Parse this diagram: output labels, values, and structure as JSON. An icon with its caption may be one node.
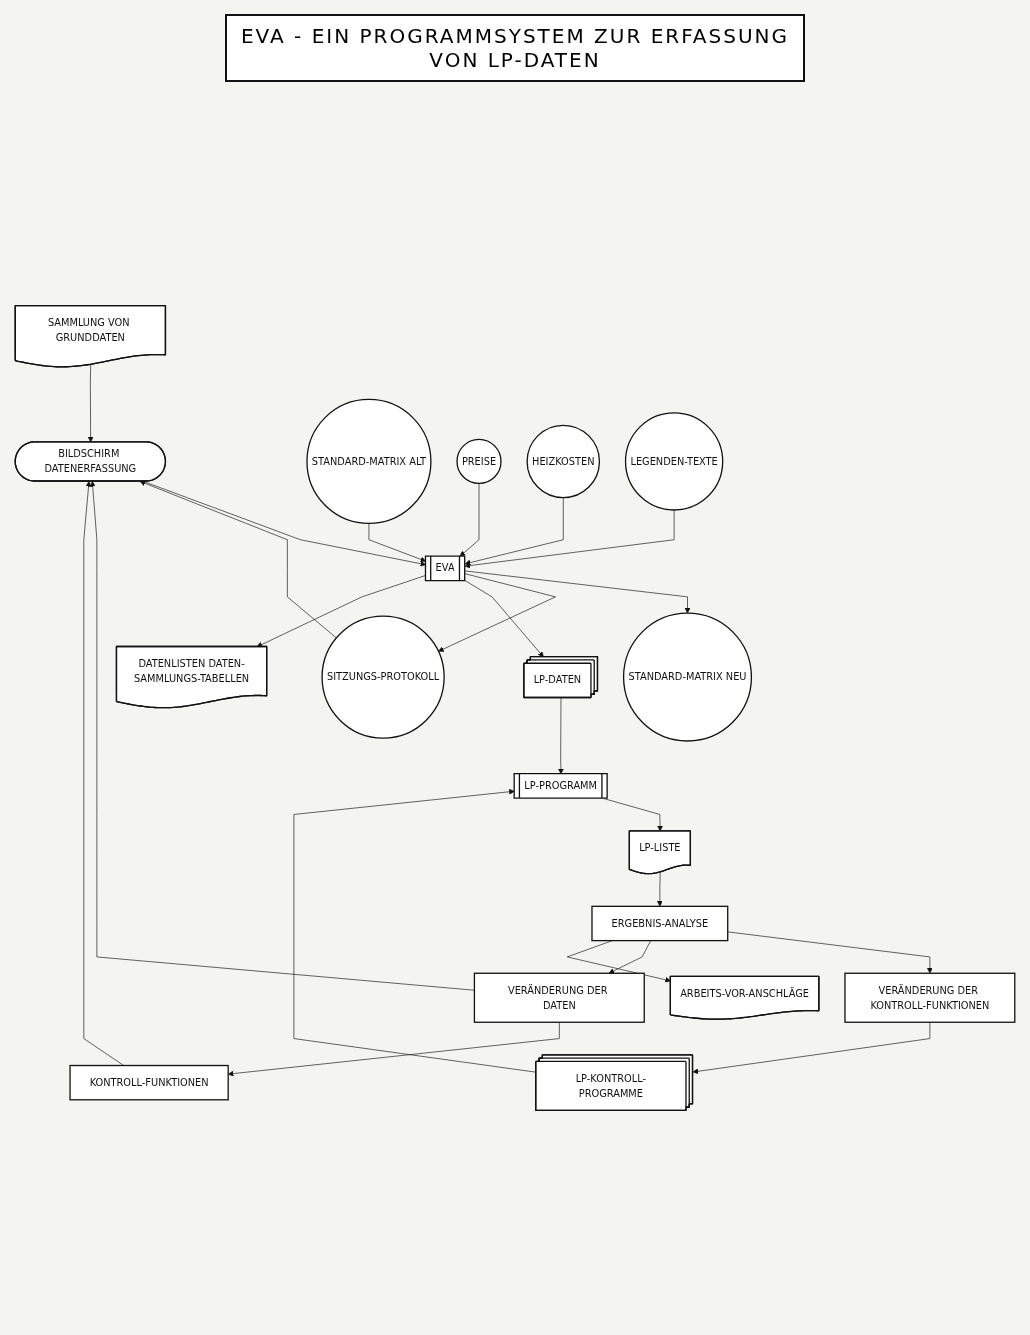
{
  "diagram": {
    "title": "EVA - EIN PROGRAMMSYSTEM ZUR ERFASSUNG VON LP-DATEN",
    "nodes": [
      {
        "text": [
          "SAMMLUNG VON GRUNDDATEN"
        ]
      },
      {
        "text": [
          "BILDSCHIRM DATENERFASSUNG"
        ]
      },
      {
        "text": [
          "STANDARD-MATRIX ALT"
        ]
      },
      {
        "text": [
          "EVA"
        ]
      },
      {
        "text": [
          "SITZUNGS-PROTOKOLL"
        ]
      },
      {
        "text": [
          "KONTROLL-FUNKTIONEN"
        ]
      },
      {
        "text": [
          "STANDARD-MATRIX NEU"
        ]
      },
      {
        "text": [
          "LP-DATEN"
        ]
      },
      {
        "text": [
          "DATENLISTEN DATEN-SAMMLUNGS-TABELLEN"
        ]
      },
      {
        "text": [
          "PREISE"
        ]
      },
      {
        "text": [
          "LP-PROGRAMM"
        ]
      },
      {
        "text": [
          "LP-KONTROLL-PROGRAMME"
        ]
      },
      {
        "text": [
          "HEIZKOSTEN"
        ]
      },
      {
        "text": [
          "LP-LISTE"
        ]
      },
      {
        "text": [
          "VERÄNDERUNG DER KONTROLL-FUNKTIONEN"
        ]
      },
      {
        "text": [
          "VERÄNDERUNG DER DATEN"
        ]
      },
      {
        "text": [
          "LEGENDEN-TEXTE"
        ]
      },
      {
        "text": [
          "ERGEBNIS-ANALYSE"
        ]
      },
      {
        "text": [
          "ARBEITS-VOR-ANSCHLÄGE"
        ]
      }
    ],
    "edges": [
      {
        "from": 0,
        "to": 1,
        "arrow": "to"
      },
      {
        "from": 1,
        "to": 3,
        "arrow": "to"
      },
      {
        "from": 2,
        "to": 3,
        "arrow": "to"
      },
      {
        "from": 3,
        "to": 6,
        "arrow": "to"
      },
      {
        "from": 9,
        "to": 3,
        "arrow": "to"
      },
      {
        "from": 12,
        "to": 3,
        "arrow": "to"
      },
      {
        "from": 16,
        "to": 3,
        "arrow": "to"
      },
      {
        "from": 3,
        "to": 4,
        "arrow": "to"
      },
      {
        "from": 4,
        "to": 1,
        "arrow": "to"
      },
      {
        "from": 5,
        "to": 1,
        "arrow": "to"
      },
      {
        "from": 15,
        "to": 1,
        "arrow": "to"
      },
      {
        "from": 15,
        "to": 5,
        "arrow": "to"
      },
      {
        "from": 3,
        "to": 7,
        "arrow": "to"
      },
      {
        "from": 3,
        "to": 8,
        "arrow": "to"
      },
      {
        "from": 7,
        "to": 10,
        "arrow": "to"
      },
      {
        "from": 11,
        "to": 10,
        "arrow": "to"
      },
      {
        "from": 10,
        "to": 13,
        "arrow": "to"
      },
      {
        "from": 13,
        "to": 17,
        "arrow": "to"
      },
      {
        "from": 14,
        "to": 11,
        "arrow": "to"
      },
      {
        "from": 17,
        "to": 14,
        "arrow": "to"
      },
      {
        "from": 17,
        "to": 15,
        "arrow": "to"
      },
      {
        "from": 17,
        "to": 18,
        "arrow": "to"
      }
    ]
  }
}
